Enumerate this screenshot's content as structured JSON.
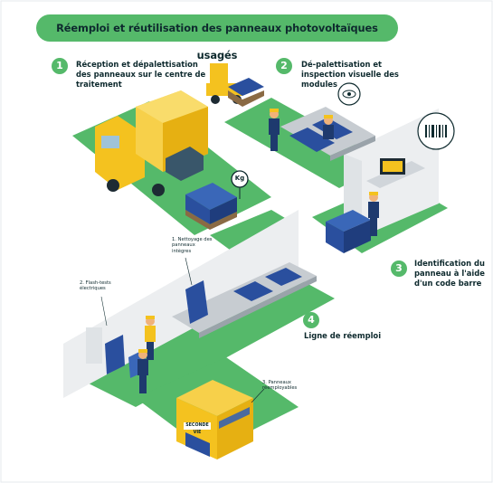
{
  "title": "Réemploi et réutilisation des panneaux photovoltaïques usagés",
  "steps": [
    {
      "number": "1",
      "label": "Réception et dépalettisation des panneaux sur le centre de traitement"
    },
    {
      "number": "2",
      "label": "Dé-palettisation et inspection visuelle des modules"
    },
    {
      "number": "3",
      "label": "Identification du panneau à l'aide d'un code barre"
    },
    {
      "number": "4",
      "label": "Ligne de réemploi"
    }
  ],
  "sub_labels": {
    "cleaning": "1. Nettoyage des panneaux intègres",
    "flash": "2. Flash-tests électriques",
    "reusable": "3. Panneaux réemployables"
  },
  "weight_label": "Kg",
  "shop_sign": "SECONDE VIE",
  "colors": {
    "green": "#55b96a",
    "dark": "#0e2a2e",
    "yellow": "#f4c21f",
    "panel": "#2a4f9e",
    "grey": "#dfe3e6"
  }
}
